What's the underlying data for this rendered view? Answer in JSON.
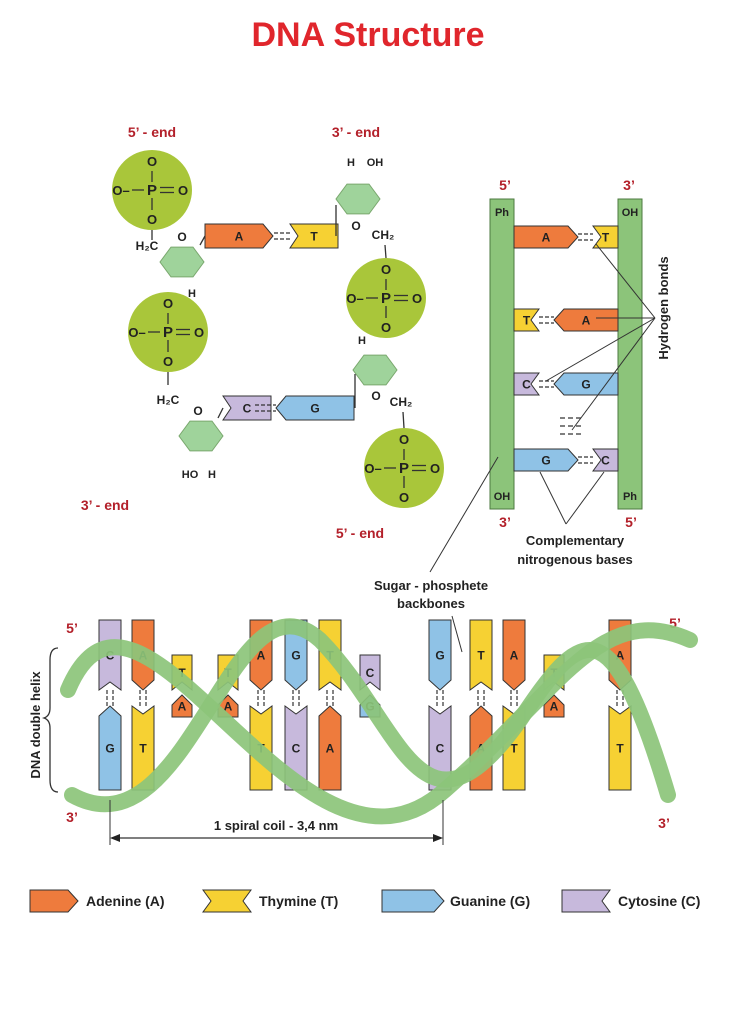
{
  "title": "DNA Structure",
  "colors": {
    "title": "#e0262c",
    "end_label": "#b3202a",
    "phosphate": "#a9c63a",
    "sugar": "#9fd39b",
    "backbone": "#8cc47a",
    "adenine": "#ee7b3d",
    "thymine": "#f6d133",
    "guanine": "#8fc2e6",
    "cytosine": "#c7b9dc"
  },
  "chain": {
    "left_top_end": "5’ - end",
    "left_bottom_end": "3’ - end",
    "right_top_end": "3’ - end",
    "right_bottom_end": "5’ - end",
    "phosphate_label": "P",
    "oxygen": "O",
    "oxygen_minus": "O–",
    "h2c": "H₂C",
    "ch2": "CH₂",
    "h": "H",
    "oh": "OH",
    "ho": "HO",
    "pairs": [
      {
        "left": "A",
        "right": "T"
      },
      {
        "left": "C",
        "right": "G"
      }
    ]
  },
  "ladder": {
    "top_left": "5’",
    "top_right": "3’",
    "bottom_left": "3’",
    "bottom_right": "5’",
    "rail_top_left": "Ph",
    "rail_top_right": "OH",
    "rail_bottom_left": "OH",
    "rail_bottom_right": "Ph",
    "rungs": [
      {
        "left": "A",
        "right": "T"
      },
      {
        "left": "T",
        "right": "A"
      },
      {
        "left": "C",
        "right": "G"
      },
      {
        "left": "G",
        "right": "C"
      }
    ],
    "hydrogen_bonds_label": "Hydrogen bonds",
    "complementary_line1": "Complementary",
    "complementary_line2": "nitrogenous bases"
  },
  "backbone_label_line1": "Sugar - phosphete",
  "backbone_label_line2": "backbones",
  "helix": {
    "left_top": "5’",
    "left_bottom": "3’",
    "right_top": "5’",
    "right_bottom": "3’",
    "side_label": "DNA double helix",
    "measure_label": "1 spiral coil - 3,4 nm",
    "pairs": [
      {
        "top": "C",
        "bottom": "G"
      },
      {
        "top": "A",
        "bottom": "T"
      },
      {
        "top": "T",
        "bottom": "A"
      },
      {
        "top": "T",
        "bottom": "A"
      },
      {
        "top": "A",
        "bottom": "T"
      },
      {
        "top": "G",
        "bottom": "C"
      },
      {
        "top": "T",
        "bottom": "A"
      },
      {
        "top": "C",
        "bottom": "G"
      },
      {
        "top": "G",
        "bottom": "C"
      },
      {
        "top": "T",
        "bottom": "A"
      },
      {
        "top": "A",
        "bottom": "T"
      },
      {
        "top": "T",
        "bottom": "A"
      },
      {
        "top": "A",
        "bottom": "T"
      }
    ]
  },
  "legend": [
    {
      "label": "Adenine (A)",
      "base": "adenine"
    },
    {
      "label": "Thymine (T)",
      "base": "thymine"
    },
    {
      "label": "Guanine (G)",
      "base": "guanine"
    },
    {
      "label": "Cytosine (C)",
      "base": "cytosine"
    }
  ]
}
